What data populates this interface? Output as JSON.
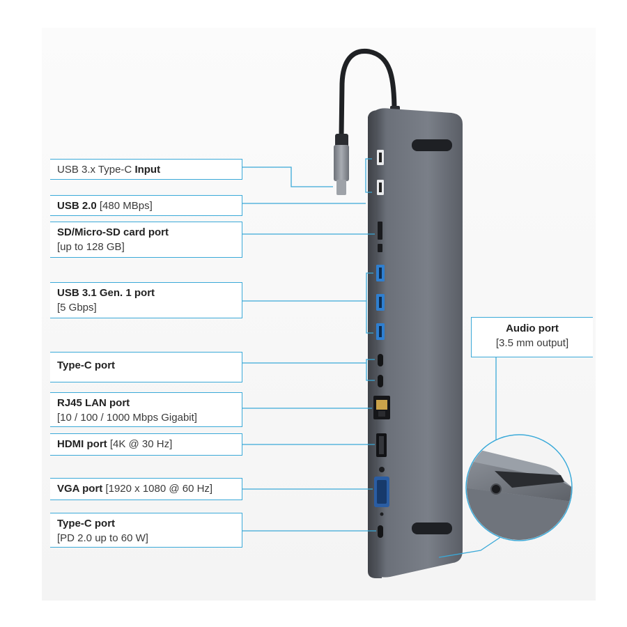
{
  "labels": {
    "usb_c_input": {
      "light": "USB 3.x Type-C ",
      "bold": "Input"
    },
    "usb20": {
      "bold": "USB 2.0",
      "light": " [480 MBps]"
    },
    "sd_card": {
      "bold": "SD/Micro-SD card port",
      "light": "[up to 128 GB]"
    },
    "usb31": {
      "bold": "USB 3.1 Gen. 1 port",
      "light": "[5 Gbps]"
    },
    "type_c": {
      "bold": "Type-C port"
    },
    "rj45": {
      "bold": "RJ45 LAN port",
      "light": "[10 / 100 / 1000 Mbps Gigabit]"
    },
    "hdmi": {
      "bold": "HDMI port",
      "light": " [4K @ 30 Hz]"
    },
    "vga": {
      "bold": "VGA port",
      "light": " [1920 x 1080 @ 60 Hz]"
    },
    "type_c_pd": {
      "bold": "Type-C port",
      "light": "[PD 2.0 up to 60 W]"
    },
    "audio": {
      "bold": "Audio port",
      "light": "[3.5 mm output]"
    }
  },
  "colors": {
    "accent_line": "#3aa9d8",
    "device_body": "#5e636b",
    "usb3_blue": "#2f7fd0"
  }
}
